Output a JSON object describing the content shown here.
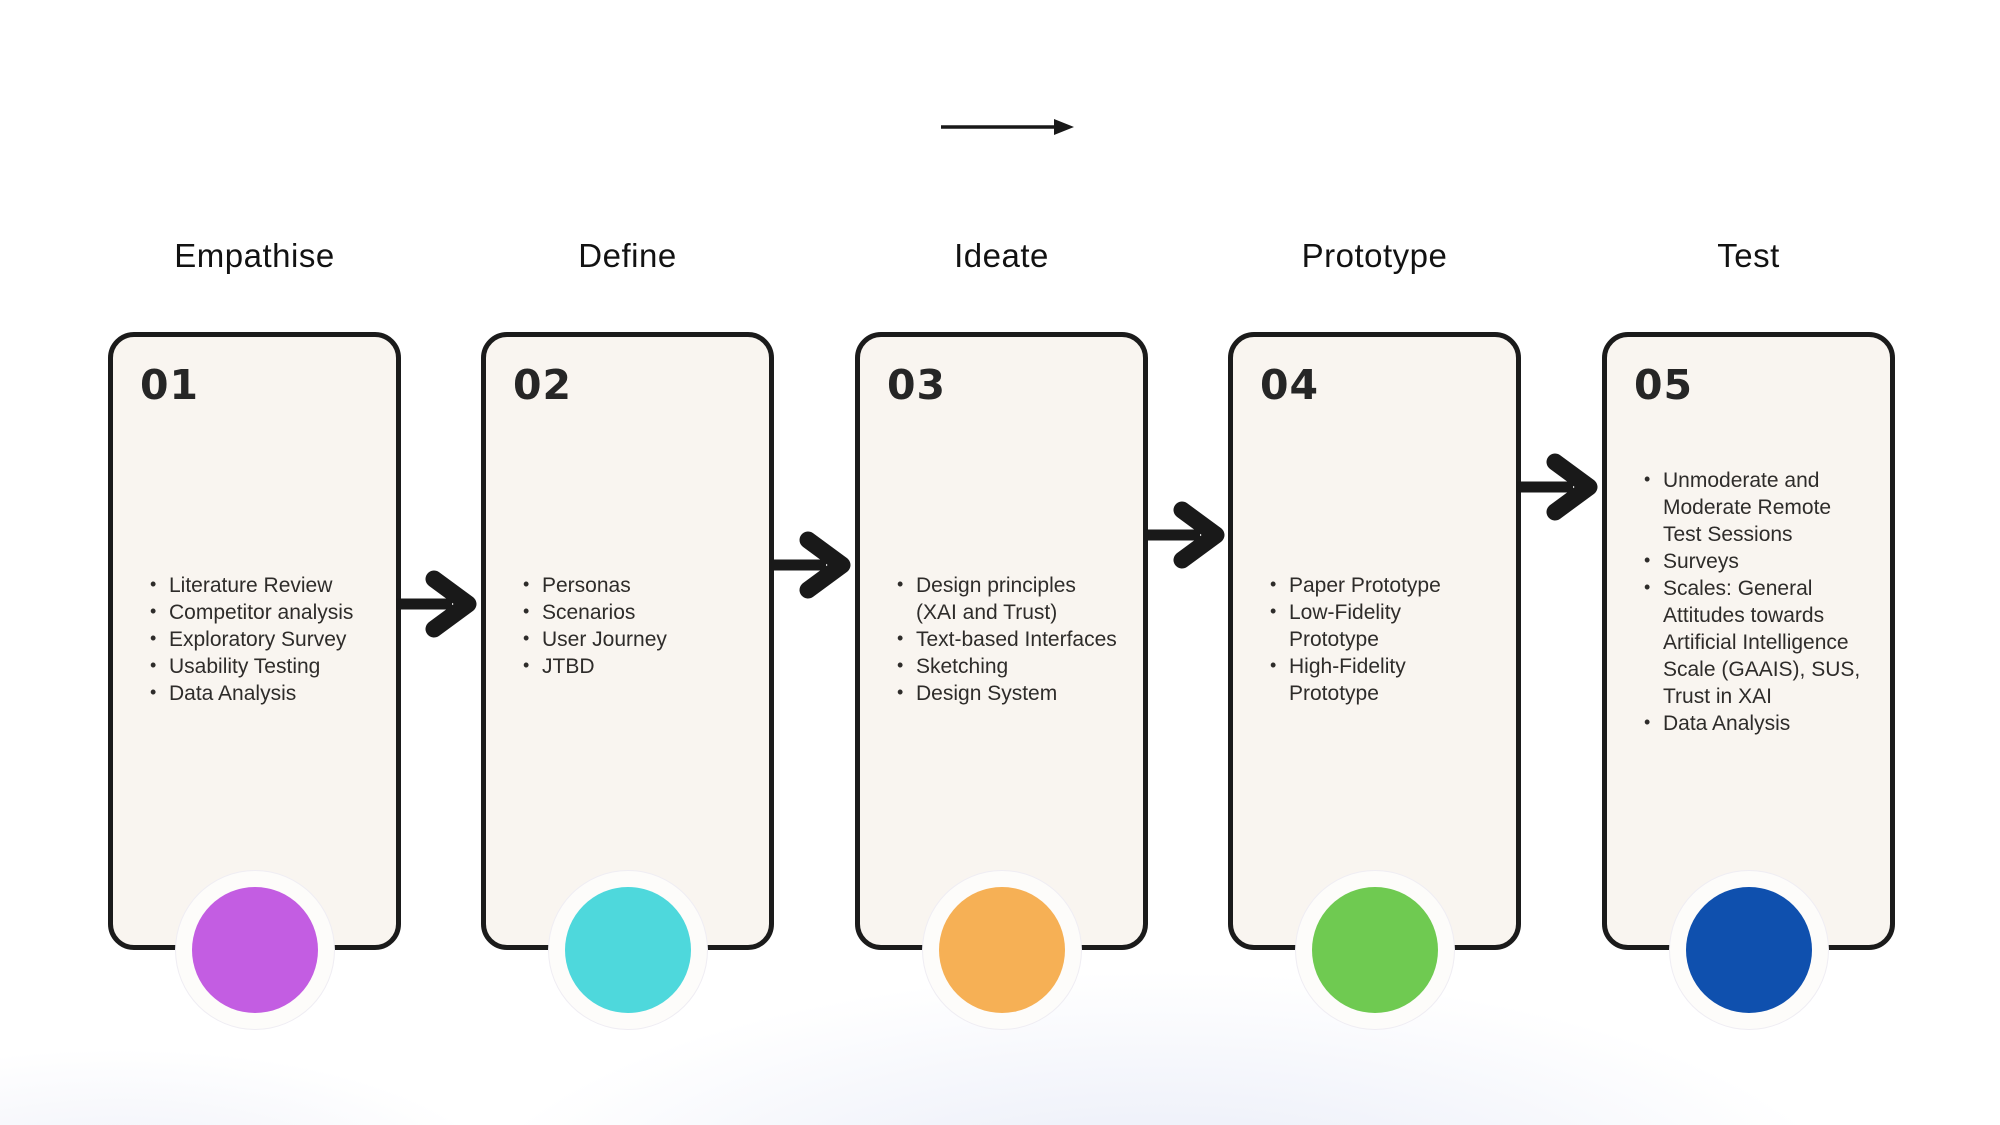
{
  "diagram": {
    "title_hint": "Design process flow",
    "top_arrow_icon": "arrow-right",
    "colors": {
      "card_background": "#f9f5f0",
      "card_border": "#1b1b1b",
      "arrow": "#191919"
    },
    "stages": [
      {
        "title": "Empathise",
        "number": "01",
        "circle_color": "#c35de2",
        "items": [
          "Literature Review",
          "Competitor analysis",
          "Exploratory Survey",
          "Usability Testing",
          "Data Analysis"
        ]
      },
      {
        "title": "Define",
        "number": "02",
        "circle_color": "#4ed8dc",
        "items": [
          "Personas",
          "Scenarios",
          "User Journey",
          "JTBD"
        ]
      },
      {
        "title": "Ideate",
        "number": "03",
        "circle_color": "#f6b055",
        "items": [
          "Design principles (XAI and Trust)",
          "Text-based Interfaces",
          "Sketching",
          "Design System"
        ]
      },
      {
        "title": "Prototype",
        "number": "04",
        "circle_color": "#6fca51",
        "items": [
          "Paper Prototype",
          "Low-Fidelity Prototype",
          "High-Fidelity Prototype"
        ]
      },
      {
        "title": "Test",
        "number": "05",
        "circle_color": "#0f50ae",
        "items": [
          "Unmoderate and Moderate Remote Test Sessions",
          "Surveys",
          "Scales: General Attitudes towards Artificial Intelligence Scale (GAAIS), SUS, Trust in XAI",
          "Data Analysis"
        ]
      }
    ]
  }
}
